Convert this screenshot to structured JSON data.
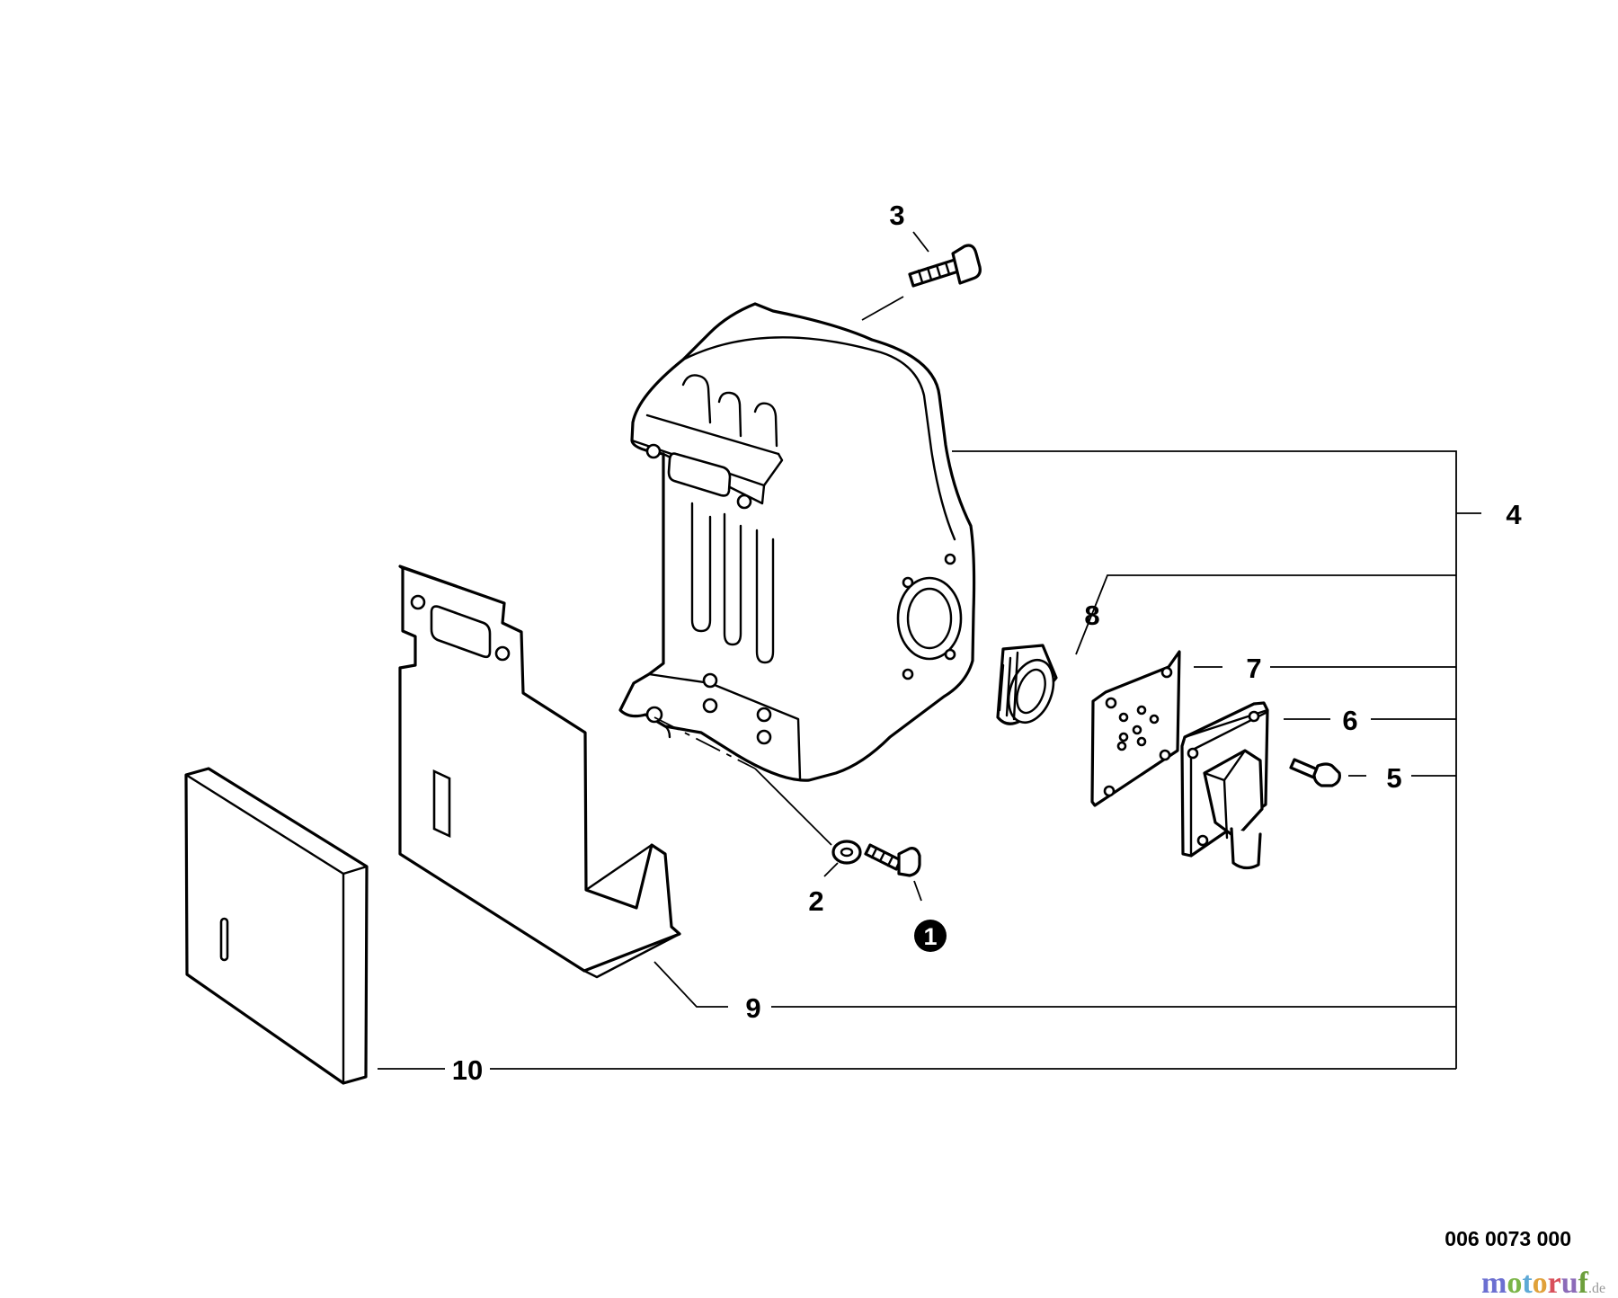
{
  "callouts": {
    "c1": "1",
    "c2": "2",
    "c3": "3",
    "c4": "4",
    "c5": "5",
    "c6": "6",
    "c7": "7",
    "c8": "8",
    "c9": "9",
    "c10": "10"
  },
  "reference_number": "006 0073 000",
  "watermark": {
    "text": "motoruf",
    "suffix": ".de"
  }
}
